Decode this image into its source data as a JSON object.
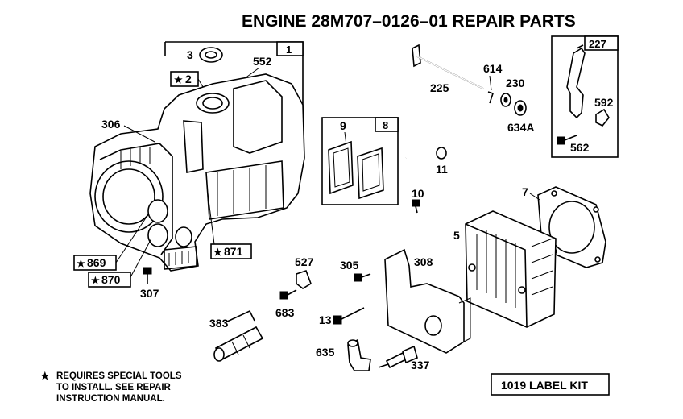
{
  "title": "ENGINE 28M707–0126–01 REPAIR PARTS",
  "callouts": {
    "p1": "1",
    "p3": "3",
    "p552": "552",
    "p2": "2",
    "p306": "306",
    "p869": "869",
    "p870": "870",
    "p871": "871",
    "p307": "307",
    "p9": "9",
    "p8": "8",
    "p11": "11",
    "p10": "10",
    "p614": "614",
    "p225": "225",
    "p230": "230",
    "p634a": "634A",
    "p227": "227",
    "p592": "592",
    "p562": "562",
    "p7": "7",
    "p5": "5",
    "p527": "527",
    "p305": "305",
    "p308": "308",
    "p683": "683",
    "p383": "383",
    "p13": "13",
    "p635": "635",
    "p337": "337"
  },
  "star_symbol": "★",
  "footnote": {
    "line1": "REQUIRES SPECIAL TOOLS",
    "line2": "TO INSTALL.  SEE REPAIR",
    "line3": "INSTRUCTION MANUAL."
  },
  "label_kit": "1019 LABEL KIT"
}
